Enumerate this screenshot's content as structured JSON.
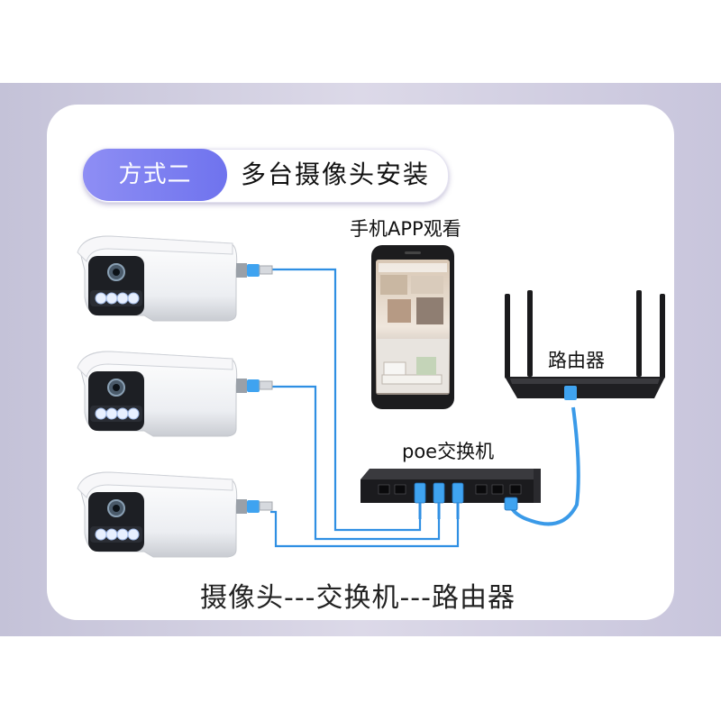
{
  "title": {
    "tag": "方式二",
    "heading": "多台摄像头安装"
  },
  "labels": {
    "phone": "手机APP观看",
    "router": "路由器",
    "switch": "poe交换机",
    "flow": "摄像头---交换机---路由器"
  },
  "colors": {
    "band": "#c8c5dc",
    "tag": "#7b7ff0",
    "cable": "#2f8fe3",
    "connector": "#3fa3f0"
  }
}
